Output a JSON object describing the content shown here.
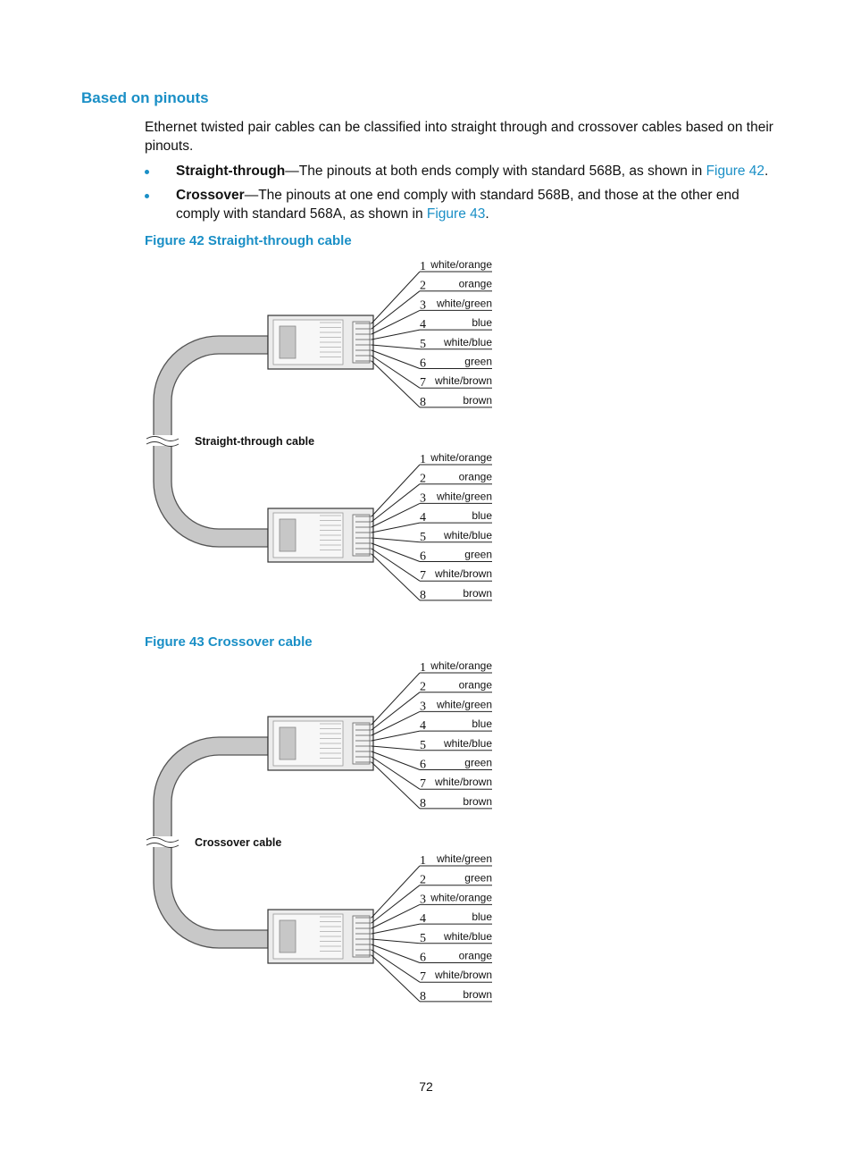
{
  "section": {
    "heading": "Based on pinouts"
  },
  "intro": "Ethernet twisted pair cables can be classified into straight through and crossover cables based on their pinouts.",
  "bullets": [
    {
      "term": "Straight-through",
      "text": "—The pinouts at both ends comply with standard 568B, as shown in ",
      "link": "Figure 42",
      "end": "."
    },
    {
      "term": "Crossover",
      "text": "—The pinouts at one end comply with standard 568B, and those at the other end comply with standard 568A, as shown in ",
      "link": "Figure 43",
      "end": "."
    }
  ],
  "figure42": {
    "caption": "Figure 42 Straight-through cable",
    "cable_label": "Straight-through cable",
    "top_pins": [
      {
        "num": "1",
        "color": "white/orange"
      },
      {
        "num": "2",
        "color": "orange"
      },
      {
        "num": "3",
        "color": "white/green"
      },
      {
        "num": "4",
        "color": "blue"
      },
      {
        "num": "5",
        "color": "white/blue"
      },
      {
        "num": "6",
        "color": "green"
      },
      {
        "num": "7",
        "color": "white/brown"
      },
      {
        "num": "8",
        "color": "brown"
      }
    ],
    "bottom_pins": [
      {
        "num": "1",
        "color": "white/orange"
      },
      {
        "num": "2",
        "color": "orange"
      },
      {
        "num": "3",
        "color": "white/green"
      },
      {
        "num": "4",
        "color": "blue"
      },
      {
        "num": "5",
        "color": "white/blue"
      },
      {
        "num": "6",
        "color": "green"
      },
      {
        "num": "7",
        "color": "white/brown"
      },
      {
        "num": "8",
        "color": "brown"
      }
    ]
  },
  "figure43": {
    "caption": "Figure 43 Crossover cable",
    "cable_label": "Crossover cable",
    "top_pins": [
      {
        "num": "1",
        "color": "white/orange"
      },
      {
        "num": "2",
        "color": "orange"
      },
      {
        "num": "3",
        "color": "white/green"
      },
      {
        "num": "4",
        "color": "blue"
      },
      {
        "num": "5",
        "color": "white/blue"
      },
      {
        "num": "6",
        "color": "green"
      },
      {
        "num": "7",
        "color": "white/brown"
      },
      {
        "num": "8",
        "color": "brown"
      }
    ],
    "bottom_pins": [
      {
        "num": "1",
        "color": "white/green"
      },
      {
        "num": "2",
        "color": "green"
      },
      {
        "num": "3",
        "color": "white/orange"
      },
      {
        "num": "4",
        "color": "blue"
      },
      {
        "num": "5",
        "color": "white/blue"
      },
      {
        "num": "6",
        "color": "orange"
      },
      {
        "num": "7",
        "color": "white/brown"
      },
      {
        "num": "8",
        "color": "brown"
      }
    ]
  },
  "page_number": "72",
  "colors": {
    "accent": "#1a8fc6",
    "cable_fill": "#c8c8c8",
    "cable_stroke": "#555555"
  }
}
